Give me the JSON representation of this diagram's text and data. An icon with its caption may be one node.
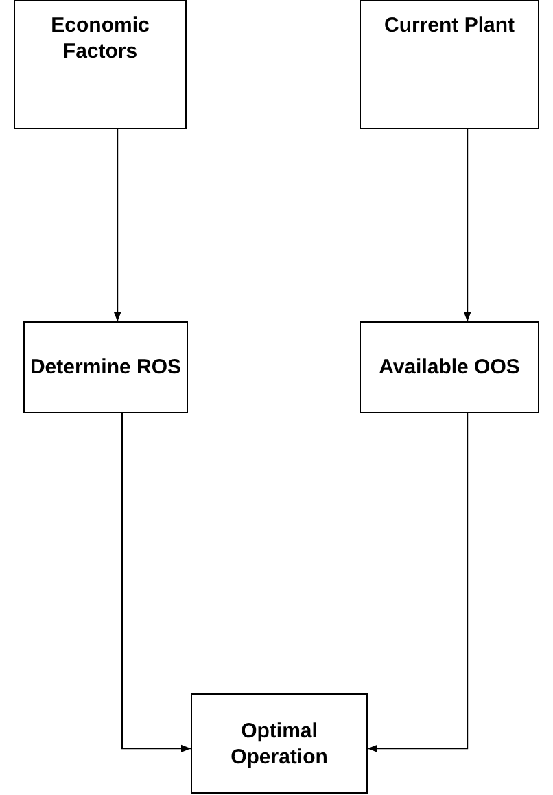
{
  "diagram": {
    "nodes": [
      {
        "text": [
          "Economic Factors"
        ]
      },
      {
        "text": [
          "Current Plant"
        ]
      },
      {
        "text": [
          "Determine ROS"
        ]
      },
      {
        "text": [
          "Available OOS"
        ]
      },
      {
        "text": [
          "Optimal Operation"
        ]
      }
    ],
    "edges": [
      {
        "from": 0,
        "to": 2,
        "arrow": "to"
      },
      {
        "from": 1,
        "to": 3,
        "arrow": "to"
      },
      {
        "from": 2,
        "to": 4,
        "arrow": "to"
      },
      {
        "from": 3,
        "to": 4,
        "arrow": "to"
      }
    ]
  }
}
